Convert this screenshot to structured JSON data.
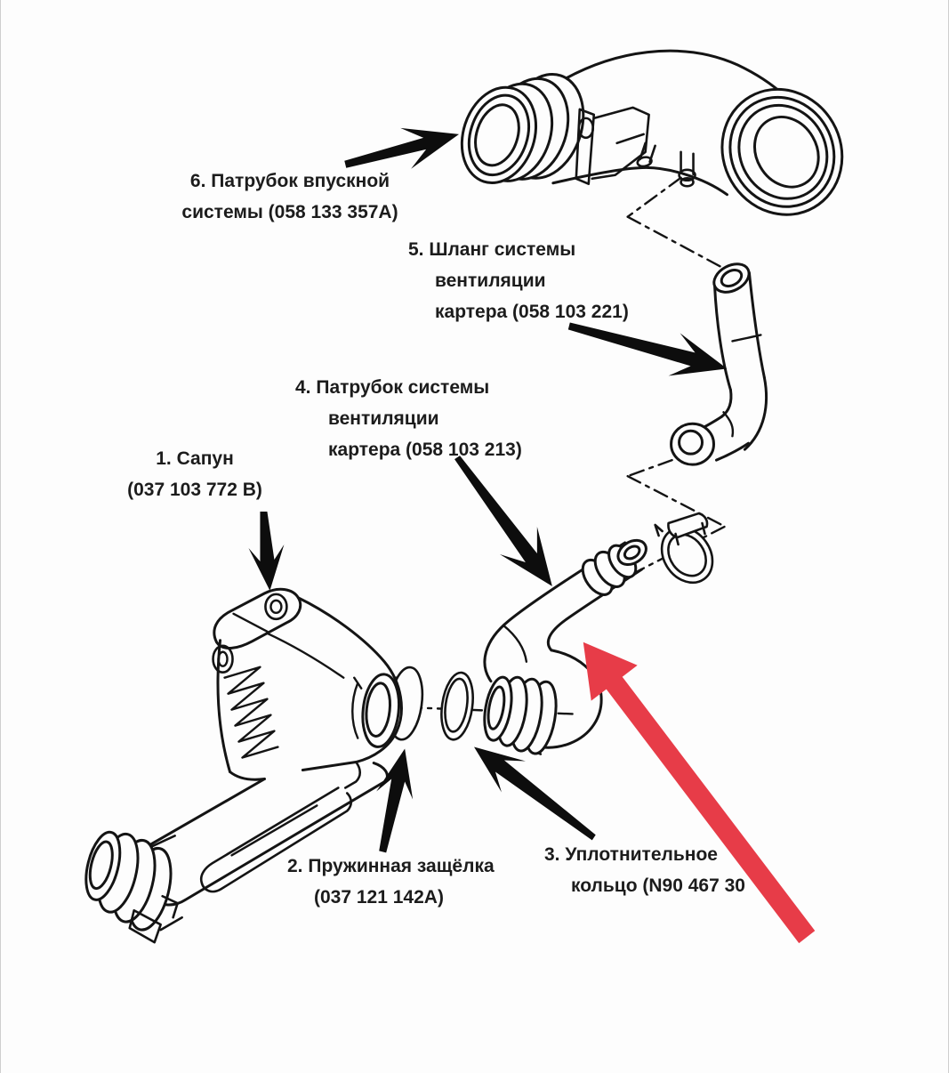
{
  "page": {
    "background": "#fdfdfd",
    "edge_border_color": "#cfcfcf"
  },
  "diagram": {
    "type": "exploded-parts-diagram",
    "line_color": "#141414",
    "black_arrow_color": "#0d0d0d",
    "red_arrow_color": "#e73c48",
    "labels": {
      "part6": {
        "line1": "6. Патрубок впускной",
        "line2": "системы (058 133 357А)"
      },
      "part5": {
        "line1": "5. Шланг системы",
        "line2": "вентиляции",
        "line3": "картера (058 103 221)"
      },
      "part4": {
        "line1": "4. Патрубок системы",
        "line2": "вентиляции",
        "line3": "картера (058 103 213)"
      },
      "part1": {
        "line1": "1. Сапун",
        "line2": "(037 103 772 В)"
      },
      "part2": {
        "line1": "2. Пружинная защёлка",
        "line2": "(037 121 142А)"
      },
      "part3": {
        "line1": "3. Уплотнительное",
        "line2": "кольцо (N90 467 30"
      }
    }
  }
}
